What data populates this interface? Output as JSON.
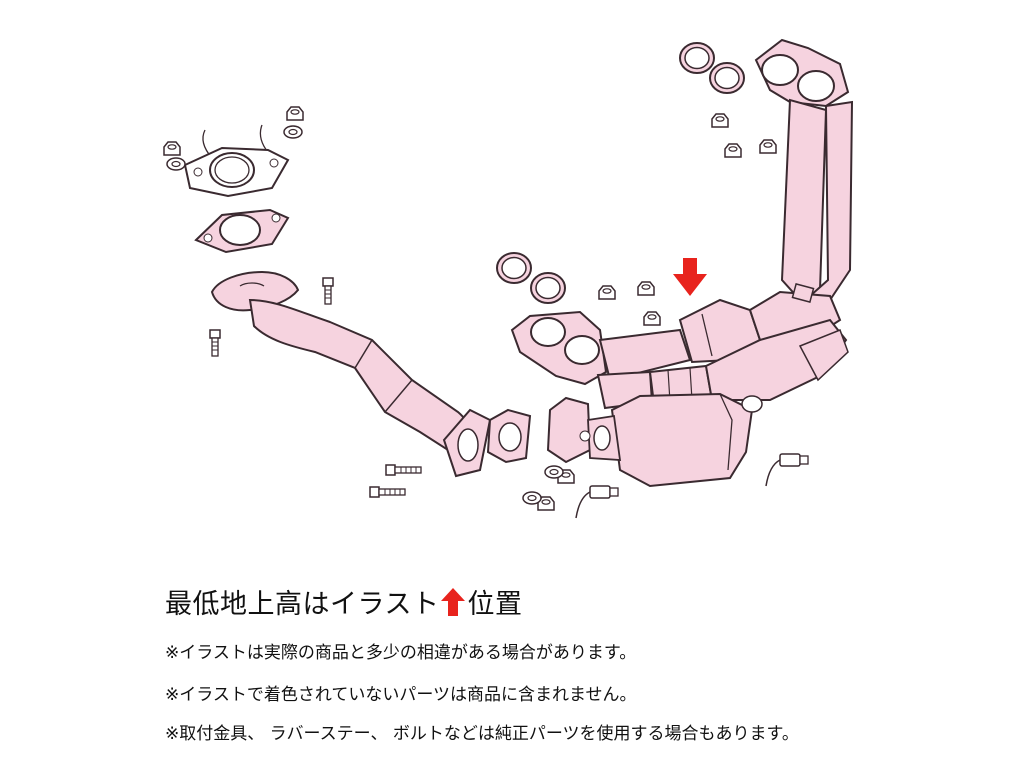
{
  "caption": {
    "text_before": "最低地上高はイラスト",
    "arrow": "up-arrow-icon",
    "text_after": "位置"
  },
  "notes": [
    "※イラストは実際の商品と多少の相違がある場合があります。",
    "※イラストで着色されていないパーツは商品に含まれません。",
    "※取付金具、 ラバーステー、 ボルトなどは純正パーツを使用する場合もあります。"
  ],
  "colors": {
    "part_fill": "#f6d3df",
    "outline": "#3a2a30",
    "accent_arrow": "#e8231d",
    "hardware_fill": "#ffffff"
  }
}
